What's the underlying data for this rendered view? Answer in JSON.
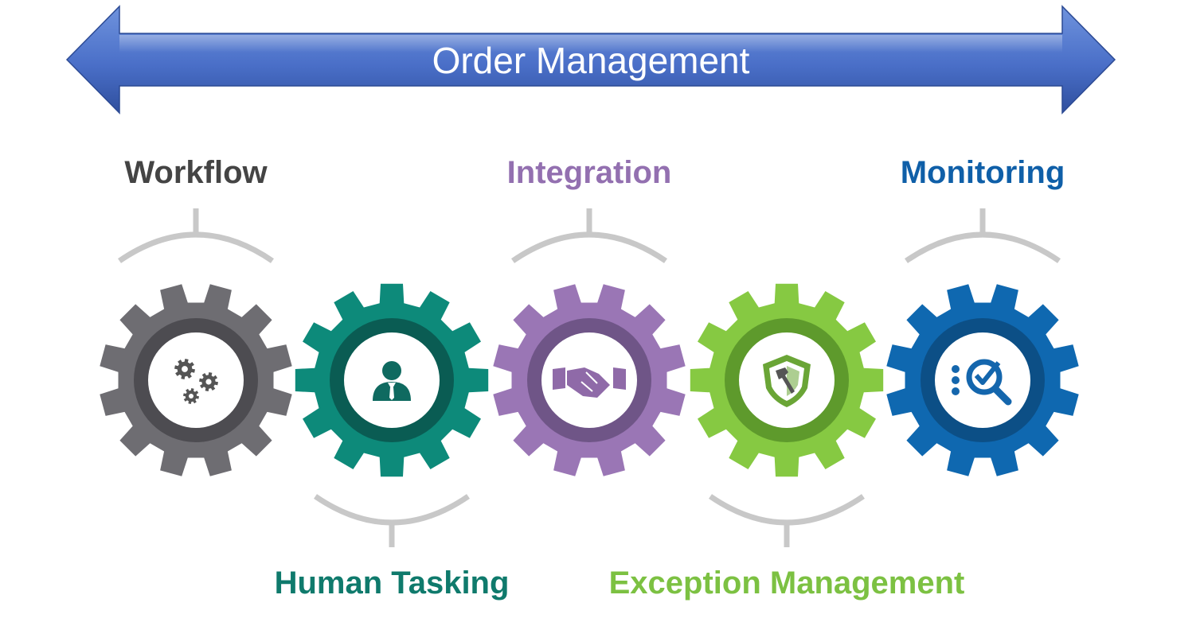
{
  "banner": {
    "title": "Order Management",
    "colors": {
      "light": "#6f93dd",
      "mid": "#4a6fc8",
      "dark": "#2f4f9e"
    }
  },
  "connector_color": "#c8c8c8",
  "gears": [
    {
      "label": "Workflow",
      "label_side": "top",
      "icon": "gears-icon",
      "colors": {
        "outer": "#6e6d72",
        "ring": "#4d4c51",
        "label": "#444444",
        "icon": "#555555"
      }
    },
    {
      "label": "Human Tasking",
      "label_side": "bottom",
      "icon": "person-icon",
      "colors": {
        "outer": "#0d8a7a",
        "ring": "#0a5c53",
        "label": "#0f7a6c",
        "icon": "#0f6a60"
      }
    },
    {
      "label": "Integration",
      "label_side": "top",
      "icon": "handshake-icon",
      "colors": {
        "outer": "#9a76b5",
        "ring": "#6f5587",
        "label": "#9370b0",
        "icon": "#8f6aa8"
      }
    },
    {
      "label": "Exception Management",
      "label_side": "bottom",
      "icon": "shield-hammer-icon",
      "colors": {
        "outer": "#86c942",
        "ring": "#5e9a2c",
        "label": "#7cc142",
        "icon": "#6aa536"
      }
    },
    {
      "label": "Monitoring",
      "label_side": "top",
      "icon": "monitoring-icon",
      "colors": {
        "outer": "#0f68b0",
        "ring": "#0c4f86",
        "label": "#0f5fa8",
        "icon": "#1466ad"
      }
    }
  ]
}
